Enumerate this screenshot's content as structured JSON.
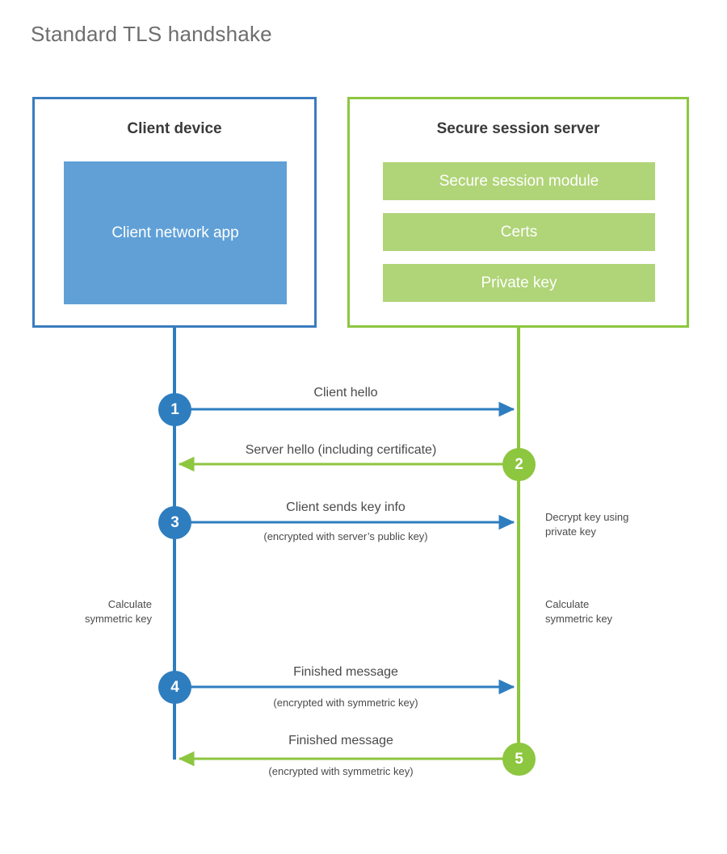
{
  "title": "Standard TLS handshake",
  "colors": {
    "client_accent": "#3b7cbe",
    "client_circle": "#2e7dbf",
    "client_app_fill": "#60a0d7",
    "server_accent": "#8dc63f",
    "server_bar_fill": "#b0d478",
    "text": "#4a4a4a",
    "title_text": "#6e6e6e",
    "background": "#ffffff"
  },
  "client": {
    "title": "Client device",
    "app_label": "Client network app"
  },
  "server": {
    "title": "Secure session server",
    "components": [
      {
        "label": "Secure session module"
      },
      {
        "label": "Certs"
      },
      {
        "label": "Private key"
      }
    ]
  },
  "steps": [
    {
      "number": "1",
      "label": "Client hello",
      "sublabel": "",
      "direction": "client-to-server",
      "origin": "client"
    },
    {
      "number": "2",
      "label": "Server hello (including certificate)",
      "sublabel": "",
      "direction": "server-to-client",
      "origin": "server"
    },
    {
      "number": "3",
      "label": "Client sends key info",
      "sublabel": "(encrypted with server’s public key)",
      "direction": "client-to-server",
      "origin": "client"
    },
    {
      "number": "4",
      "label": "Finished message",
      "sublabel": "(encrypted with symmetric key)",
      "direction": "client-to-server",
      "origin": "client"
    },
    {
      "number": "5",
      "label": "Finished message",
      "sublabel": "(encrypted with symmetric key)",
      "direction": "server-to-client",
      "origin": "server"
    }
  ],
  "annotations": {
    "server_decrypt": "Decrypt key using\nprivate key",
    "client_calculate": "Calculate\nsymmetric key",
    "server_calculate": "Calculate\nsymmetric key"
  }
}
